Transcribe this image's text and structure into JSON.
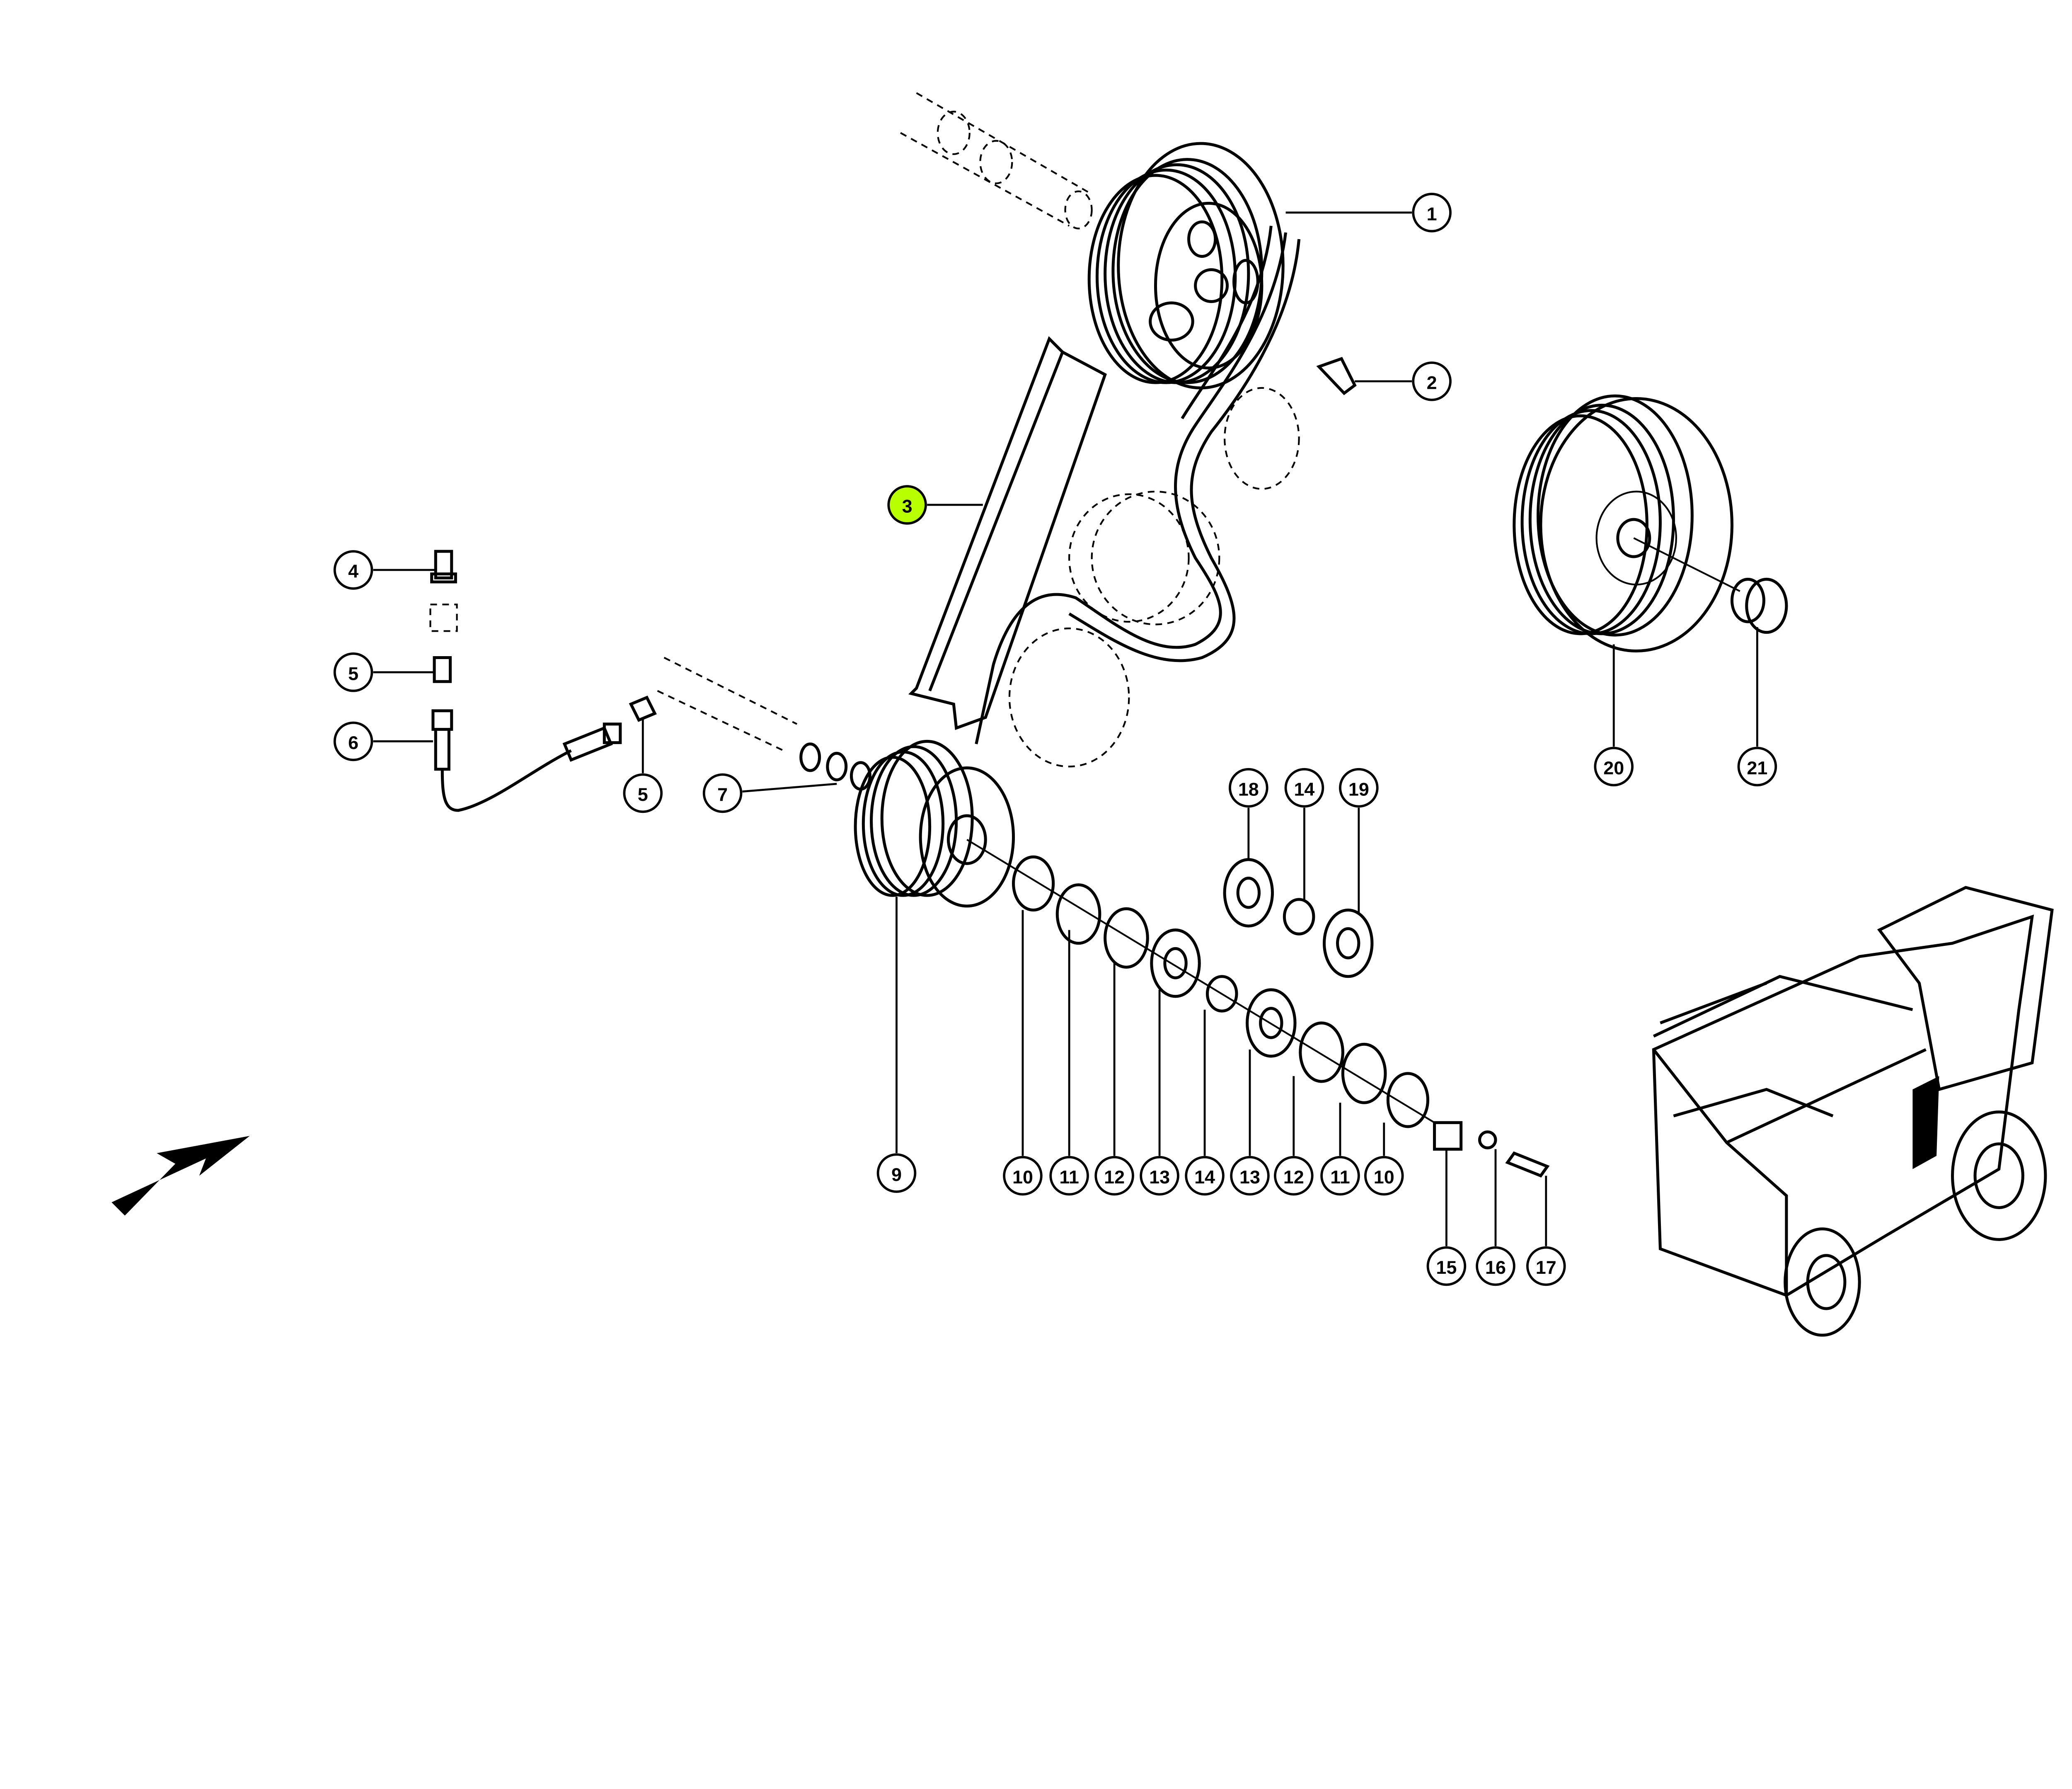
{
  "diagram": {
    "highlight_color": "#b8ff00",
    "callouts": [
      {
        "label": "1"
      },
      {
        "label": "2"
      },
      {
        "label": "3",
        "highlighted": true
      },
      {
        "label": "4"
      },
      {
        "label": "5"
      },
      {
        "label": "6"
      },
      {
        "label": "5"
      },
      {
        "label": "7"
      },
      {
        "label": "9"
      },
      {
        "label": "10"
      },
      {
        "label": "11"
      },
      {
        "label": "12"
      },
      {
        "label": "13"
      },
      {
        "label": "14"
      },
      {
        "label": "13"
      },
      {
        "label": "12"
      },
      {
        "label": "11"
      },
      {
        "label": "10"
      },
      {
        "label": "15"
      },
      {
        "label": "16"
      },
      {
        "label": "17"
      },
      {
        "label": "18"
      },
      {
        "label": "14"
      },
      {
        "label": "19"
      },
      {
        "label": "20"
      },
      {
        "label": "21"
      }
    ]
  }
}
